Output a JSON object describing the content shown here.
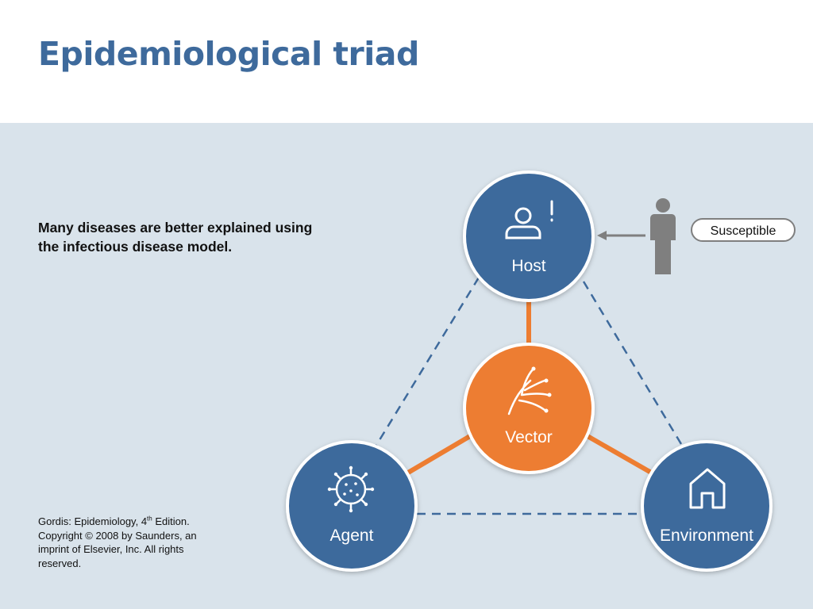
{
  "title": "Epidemiological triad",
  "intro": "Many diseases are better explained using the infectious disease model.",
  "citation": {
    "line_start": "Gordis: Epidemiology, 4",
    "sup": "th",
    "line_end": " Edition. Copyright © 2008 by Saunders, an imprint of Elsevier, Inc. All rights reserved."
  },
  "nodes": {
    "host": {
      "label": "Host",
      "icon": "person-alert-icon"
    },
    "vector": {
      "label": "Vector",
      "icon": "tentacle-icon"
    },
    "agent": {
      "label": "Agent",
      "icon": "virus-icon"
    },
    "environment": {
      "label": "Environment",
      "icon": "house-icon"
    }
  },
  "susceptible": {
    "label": "Susceptible",
    "icon": "person-silhouette-icon"
  },
  "colors": {
    "title": "#3e6a9c",
    "panel": "#d9e3eb",
    "node_blue": "#3e6a9c",
    "node_orange": "#ed7d31",
    "dashed_line": "#3e6a9c",
    "solid_line": "#ed7d31",
    "silhouette": "#7f7f7f"
  }
}
